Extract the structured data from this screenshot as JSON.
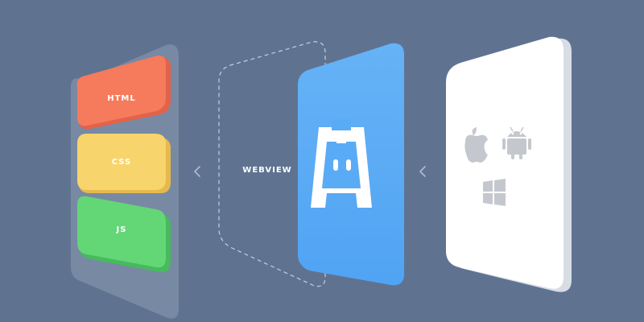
{
  "diagram": {
    "web_stack": {
      "items": [
        {
          "label": "HTML",
          "color": "#f57b5c",
          "side_color": "#e2624a"
        },
        {
          "label": "CSS",
          "color": "#f7d46c",
          "side_color": "#e6b94d"
        },
        {
          "label": "JS",
          "color": "#63d676",
          "side_color": "#47ba5d"
        }
      ],
      "panel_color": "#7b8ca6"
    },
    "webview": {
      "label": "WEBVIEW"
    },
    "app_panel": {
      "color": "#5aabf5",
      "icon": "cordova-robot-icon"
    },
    "device_panel": {
      "color": "#ffffff",
      "icons": [
        "apple-icon",
        "android-icon",
        "windows-icon"
      ]
    },
    "arrows": [
      "chevron-left-icon",
      "chevron-left-icon"
    ]
  }
}
